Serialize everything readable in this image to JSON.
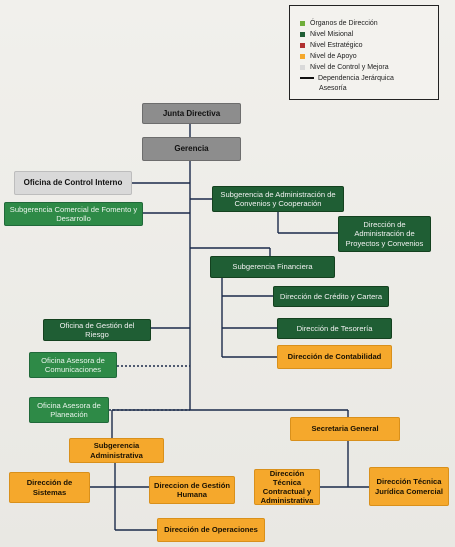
{
  "legend": {
    "items": [
      {
        "label": "Órganos de Dirección",
        "color": "#8d8d8d"
      },
      {
        "label": "Nivel Misional",
        "color": "#1f5e34"
      },
      {
        "label": "Nivel Estratégico",
        "color": "#b03030"
      },
      {
        "label": "Nivel de Apoyo",
        "color": "#f5a82c"
      },
      {
        "label": "Nivel de Control y Mejora",
        "color": "#d9d9d9"
      }
    ],
    "line_label_1": "Dependencia Jerárquica",
    "line_label_2": "Asesoría"
  },
  "org": {
    "junta": "Junta Directiva",
    "gerencia": "Gerencia",
    "control_interno": "Oficina de Control Interno",
    "fomento": "Subgerencia Comercial de Fomento y Desarrollo",
    "admin_convenios": "Subgerencia de Administración de Convenios y Cooperación",
    "dir_proyectos": "Dirección de Administración de Proyectos y Convenios",
    "sub_financiera": "Subgerencia Financiera",
    "dir_credito": "Dirección de Crédito y Cartera",
    "dir_tesoreria": "Dirección de Tesorería",
    "dir_contabilidad": "Dirección de Contabilidad",
    "gestion_riesgo": "Oficina de Gestión del Riesgo",
    "asesora_comunicaciones": "Oficina Asesora de Comunicaciones",
    "asesora_planeacion": "Oficina Asesora de Planeación",
    "sub_administrativa": "Subgerencia Administrativa",
    "secretaria": "Secretaria General",
    "dir_sistemas": "Dirección de Sistemas",
    "dir_gestion_humana": "Direccion de Gestión Humana",
    "dir_operaciones": "Dirección de Operaciones",
    "dir_contractual": "Dirección Técnica Contractual y Administrativa",
    "dir_juridica": "Dirección Técnica Jurídica Comercial"
  }
}
